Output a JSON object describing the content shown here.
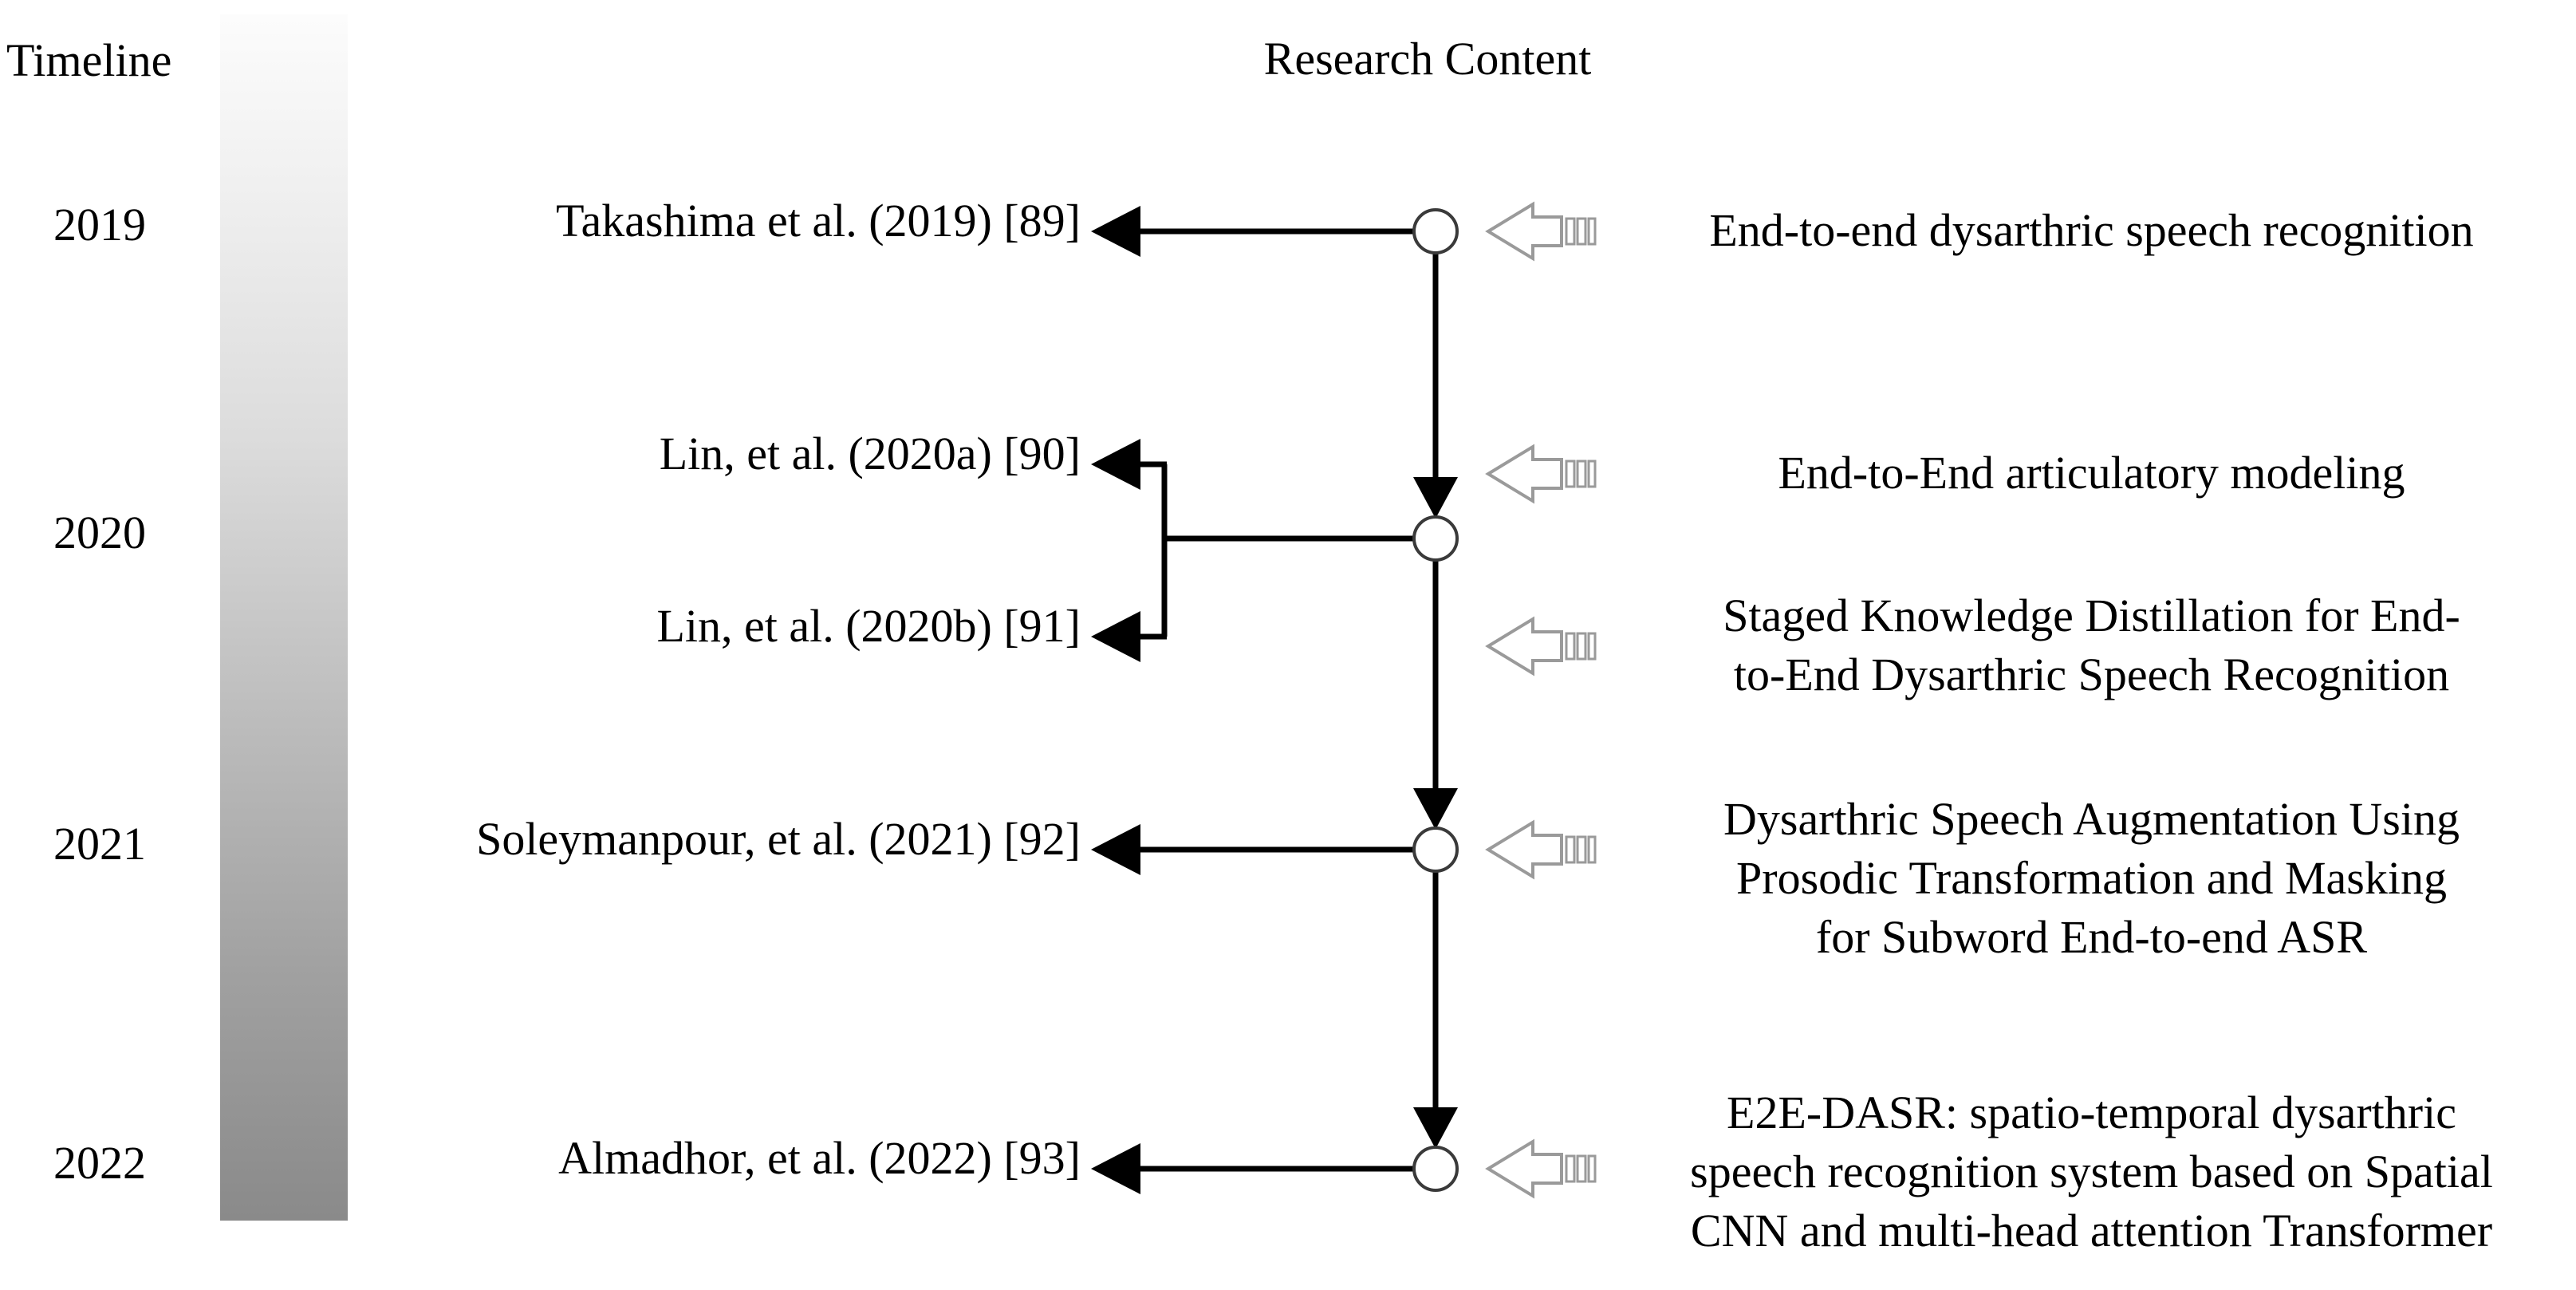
{
  "headers": {
    "timeline": "Timeline",
    "research_content": "Research Content"
  },
  "colors": {
    "gradient_top": "#f4f4f4",
    "gradient_bottom": "#8a8a8a",
    "line": "#000000",
    "callout_outline": "#9a9a9a",
    "node_fill": "#ffffff",
    "text": "#000000"
  },
  "rows": [
    {
      "year": "2019",
      "ref": "Takashima et al. (2019) [89]",
      "description": "End-to-end dysarthric speech recognition",
      "description_lines": [
        "End-to-end dysarthric speech recognition"
      ]
    },
    {
      "year": "2020",
      "ref": "Lin, et al. (2020a) [90]",
      "description": "End-to-End articulatory modeling",
      "description_lines": [
        "End-to-End articulatory modeling"
      ]
    },
    {
      "year": "",
      "ref": "Lin, et al. (2020b) [91]",
      "description": "Staged Knowledge Distillation for End-to-End Dysarthric Speech Recognition",
      "description_lines": [
        "Staged Knowledge Distillation for End-",
        "to-End Dysarthric Speech Recognition"
      ]
    },
    {
      "year": "2021",
      "ref": "Soleymanpour, et al. (2021) [92]",
      "description": "Dysarthric Speech Augmentation Using Prosodic Transformation and Masking for Subword End-to-end ASR",
      "description_lines": [
        "Dysarthric Speech Augmentation Using",
        "Prosodic Transformation and Masking",
        "for Subword End-to-end ASR"
      ]
    },
    {
      "year": "2022",
      "ref": "Almadhor, et al. (2022) [93]",
      "description": "E2E-DASR: spatio-temporal dysarthric speech recognition system based on Spatial CNN and multi-head attention Transformer",
      "description_lines": [
        "E2E-DASR: spatio-temporal dysarthric",
        "speech recognition system based on Spatial",
        "CNN and multi-head attention Transformer"
      ]
    }
  ],
  "years": {
    "y2019": "2019",
    "y2020": "2020",
    "y2021": "2021",
    "y2022": "2022"
  },
  "refs": {
    "r89": "Takashima et al. (2019) [89]",
    "r90": "Lin, et al. (2020a) [90]",
    "r91": "Lin, et al. (2020b) [91]",
    "r92": "Soleymanpour, et al. (2021) [92]",
    "r93": "Almadhor, et al. (2022) [93]"
  },
  "descriptions": {
    "d89_l1": "End-to-end dysarthric speech recognition",
    "d90_l1": "End-to-End articulatory modeling",
    "d91_l1": "Staged Knowledge Distillation for End-",
    "d91_l2": "to-End Dysarthric Speech Recognition",
    "d92_l1": "Dysarthric Speech Augmentation Using",
    "d92_l2": "Prosodic Transformation and Masking",
    "d92_l3": "for Subword End-to-end ASR",
    "d93_l1": "E2E-DASR: spatio-temporal dysarthric",
    "d93_l2": "speech recognition system based on Spatial",
    "d93_l3": "CNN and multi-head attention Transformer"
  },
  "icons": {
    "callout": "callout-arrow-icon",
    "node": "timeline-node-circle",
    "arrow_left": "arrow-left-icon",
    "arrow_down": "arrow-down-icon"
  }
}
